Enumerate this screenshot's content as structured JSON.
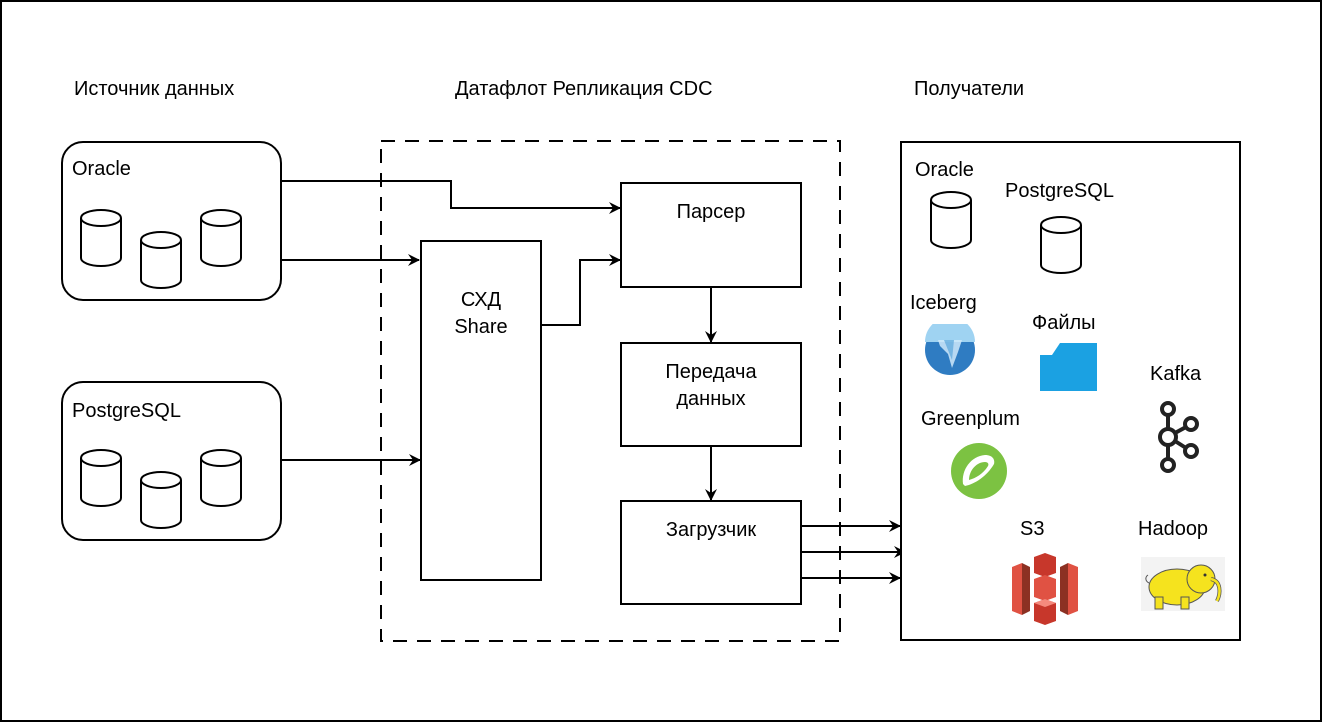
{
  "headers": {
    "sources": "Источник данных",
    "dataflow": "Датафлот Репликация CDC",
    "receivers": "Получатели"
  },
  "sources": [
    {
      "label": "Oracle",
      "icon": "database-icon",
      "count": 3
    },
    {
      "label": "PostgreSQL",
      "icon": "database-icon",
      "count": 3
    }
  ],
  "dataflow": {
    "storage": {
      "line1": "СХД",
      "line2": "Share"
    },
    "parser": "Парсер",
    "transfer": {
      "line1": "Передача",
      "line2": "данных"
    },
    "loader": "Загрузчик"
  },
  "receivers": [
    {
      "label": "Oracle",
      "icon": "database-icon"
    },
    {
      "label": "PostgreSQL",
      "icon": "database-icon"
    },
    {
      "label": "Iceberg",
      "icon": "iceberg-icon",
      "color": "#2e7fc4"
    },
    {
      "label": "Файлы",
      "icon": "folder-icon",
      "color": "#1ba1e2"
    },
    {
      "label": "Kafka",
      "icon": "kafka-icon",
      "color": "#222222"
    },
    {
      "label": "Greenplum",
      "icon": "greenplum-icon",
      "color": "#7cc242"
    },
    {
      "label": "S3",
      "icon": "s3-bucket-icon",
      "color": "#d9453b"
    },
    {
      "label": "Hadoop",
      "icon": "hadoop-elephant-icon",
      "color": "#f5e31e"
    }
  ]
}
